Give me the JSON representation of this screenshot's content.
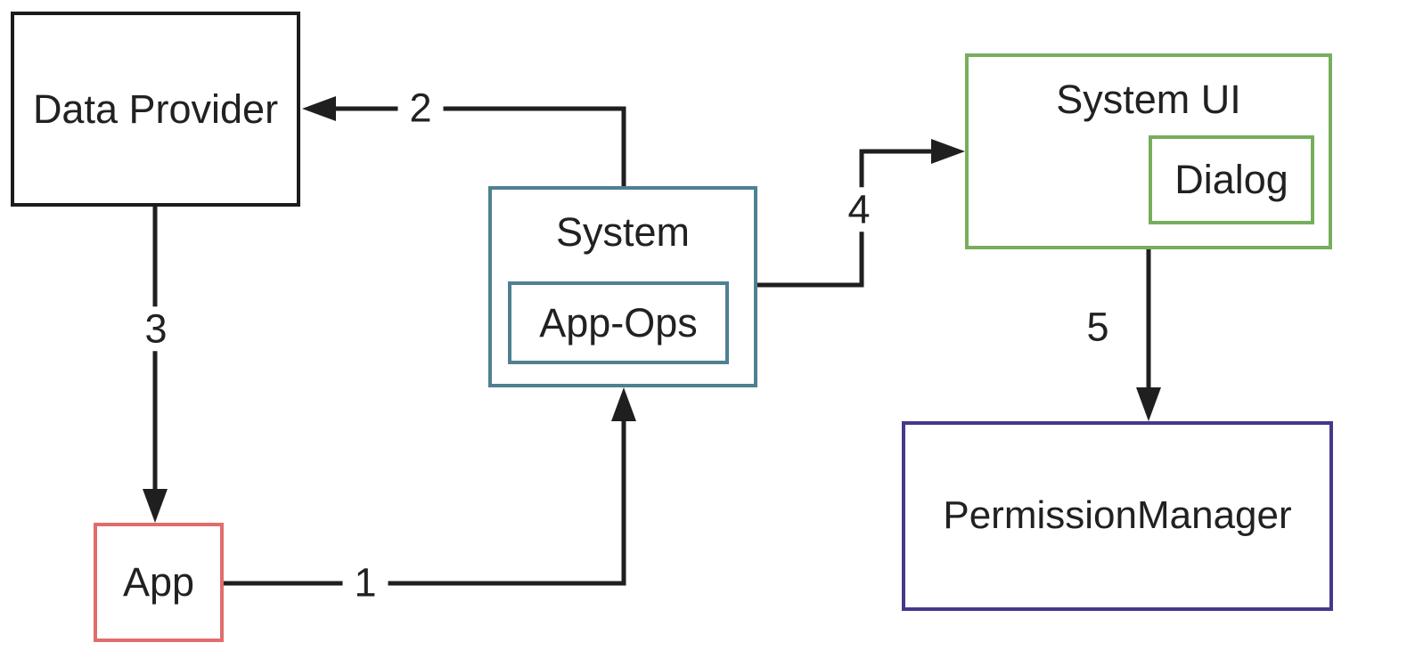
{
  "diagram": {
    "background_color": "#ffffff",
    "arrow_color": "#1f1f1f",
    "text_color": "#212121",
    "nodes": {
      "data_provider": {
        "label": "Data Provider",
        "border_color": "#1c1c1c"
      },
      "app": {
        "label": "App",
        "border_color": "#e06d6c"
      },
      "system": {
        "label": "System",
        "border_color": "#4e8092"
      },
      "app_ops": {
        "label": "App-Ops",
        "border_color": "#4e8092",
        "parent": "System"
      },
      "system_ui": {
        "label": "System UI",
        "border_color": "#77ae5c"
      },
      "dialog": {
        "label": "Dialog",
        "border_color": "#77ae5c",
        "parent": "System UI"
      },
      "permission_manager": {
        "label": "PermissionManager",
        "border_color": "#44398b"
      }
    },
    "edges": [
      {
        "label": "1",
        "from": "App",
        "to": "System"
      },
      {
        "label": "2",
        "from": "System",
        "to": "Data Provider"
      },
      {
        "label": "3",
        "from": "Data Provider",
        "to": "App"
      },
      {
        "label": "4",
        "from": "System",
        "to": "System UI"
      },
      {
        "label": "5",
        "from": "System UI",
        "to": "PermissionManager"
      }
    ]
  }
}
